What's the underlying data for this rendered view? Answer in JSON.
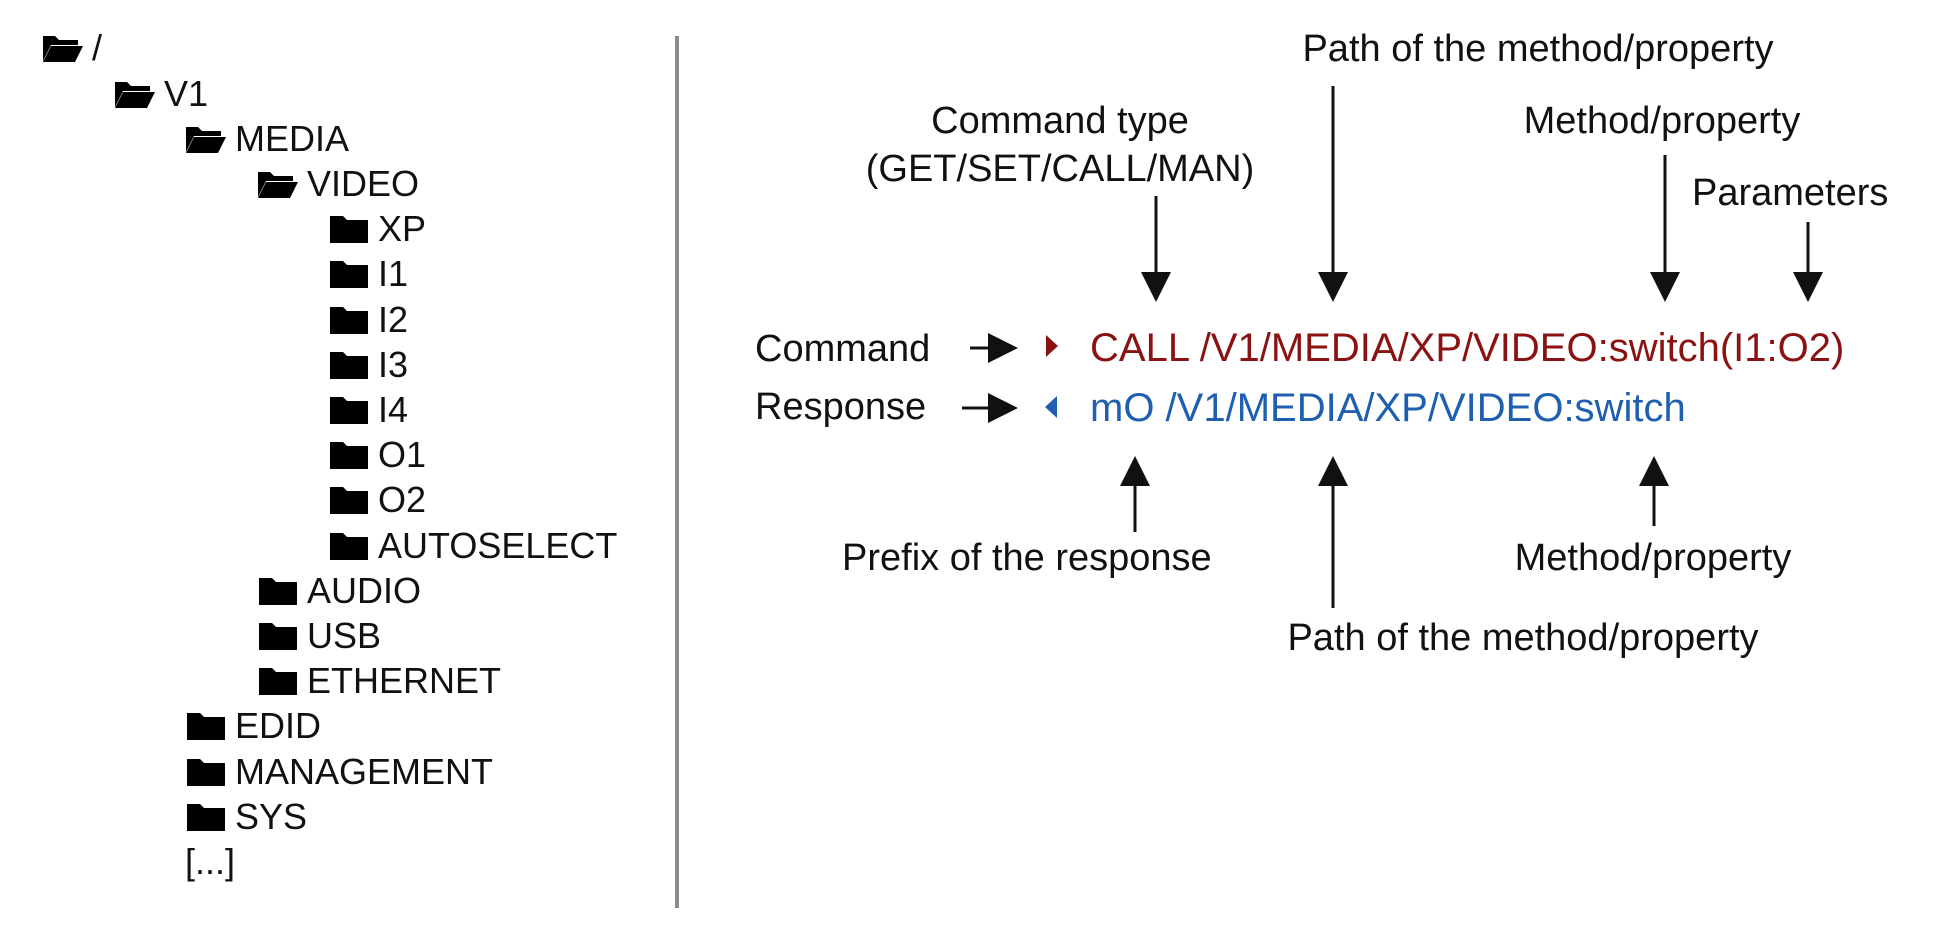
{
  "tree": {
    "root": {
      "label": "/",
      "icon": "folder-open-icon"
    },
    "v1": {
      "label": "V1",
      "icon": "folder-open-icon"
    },
    "media": {
      "label": "MEDIA",
      "icon": "folder-open-icon"
    },
    "video": {
      "label": "VIDEO",
      "icon": "folder-open-icon"
    },
    "xp": {
      "label": "XP",
      "icon": "folder-icon"
    },
    "i1": {
      "label": "I1",
      "icon": "folder-icon"
    },
    "i2": {
      "label": "I2",
      "icon": "folder-icon"
    },
    "i3": {
      "label": "I3",
      "icon": "folder-icon"
    },
    "i4": {
      "label": "I4",
      "icon": "folder-icon"
    },
    "o1": {
      "label": "O1",
      "icon": "folder-icon"
    },
    "o2": {
      "label": "O2",
      "icon": "folder-icon"
    },
    "autoselect": {
      "label": "AUTOSELECT",
      "icon": "folder-icon"
    },
    "audio": {
      "label": "AUDIO",
      "icon": "folder-icon"
    },
    "usb": {
      "label": "USB",
      "icon": "folder-icon"
    },
    "ethernet": {
      "label": "ETHERNET",
      "icon": "folder-icon"
    },
    "edid": {
      "label": "EDID",
      "icon": "folder-icon"
    },
    "management": {
      "label": "MANAGEMENT",
      "icon": "folder-icon"
    },
    "sys": {
      "label": "SYS",
      "icon": "folder-icon"
    },
    "more": {
      "label": "[...]"
    }
  },
  "diagram": {
    "labels": {
      "command_type_line1": "Command type",
      "command_type_line2": "(GET/SET/CALL/MAN)",
      "path_top": "Path of the method/property",
      "method_top": "Method/property",
      "parameters": "Parameters",
      "command": "Command",
      "response": "Response",
      "prefix": "Prefix of the response",
      "method_bottom": "Method/property",
      "path_bottom": "Path of the method/property"
    },
    "command_text": "CALL /V1/MEDIA/XP/VIDEO:switch(I1:O2)",
    "response_text": "mO /V1/MEDIA/XP/VIDEO:switch",
    "command_marker_icon": "triangle-right-icon",
    "response_marker_icon": "triangle-left-icon",
    "colors": {
      "command": "#8b1212",
      "response": "#1f5fb0",
      "text": "#111111",
      "divider": "#8c8c8c"
    }
  }
}
